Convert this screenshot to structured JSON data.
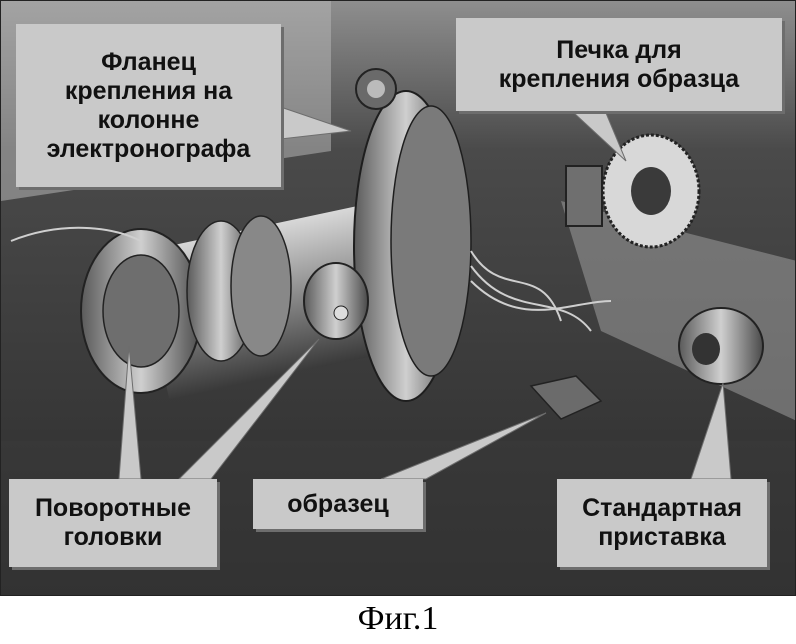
{
  "labels": {
    "flange": "Фланец\nкрепления на\nколонне\nэлектронографа",
    "heater": "Печка для\nкрепления образца",
    "heads": "Поворотные\nголовки",
    "sample": "образец",
    "attachment": "Стандартная\nприставка"
  },
  "caption": "Фиг.1"
}
